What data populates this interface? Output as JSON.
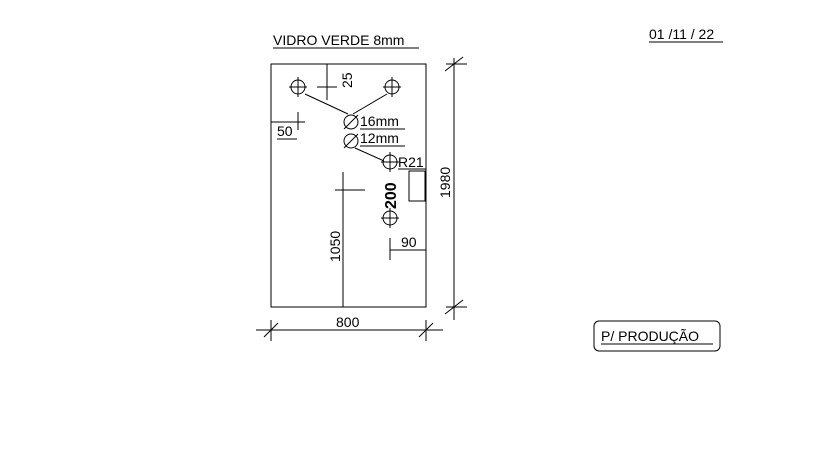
{
  "drawing": {
    "title": "VIDRO VERDE 8mm",
    "date": "01 /11 / 22",
    "stamp": "P/ PRODUÇÃO",
    "dims": {
      "width": "800",
      "height": "1980",
      "top_offset": "25",
      "left_offset": "50",
      "handle_height": "1050",
      "handle_spacing": "200",
      "edge_offset": "90",
      "radius": "R21"
    },
    "holes": {
      "large": "16mm",
      "small": "12mm"
    }
  }
}
